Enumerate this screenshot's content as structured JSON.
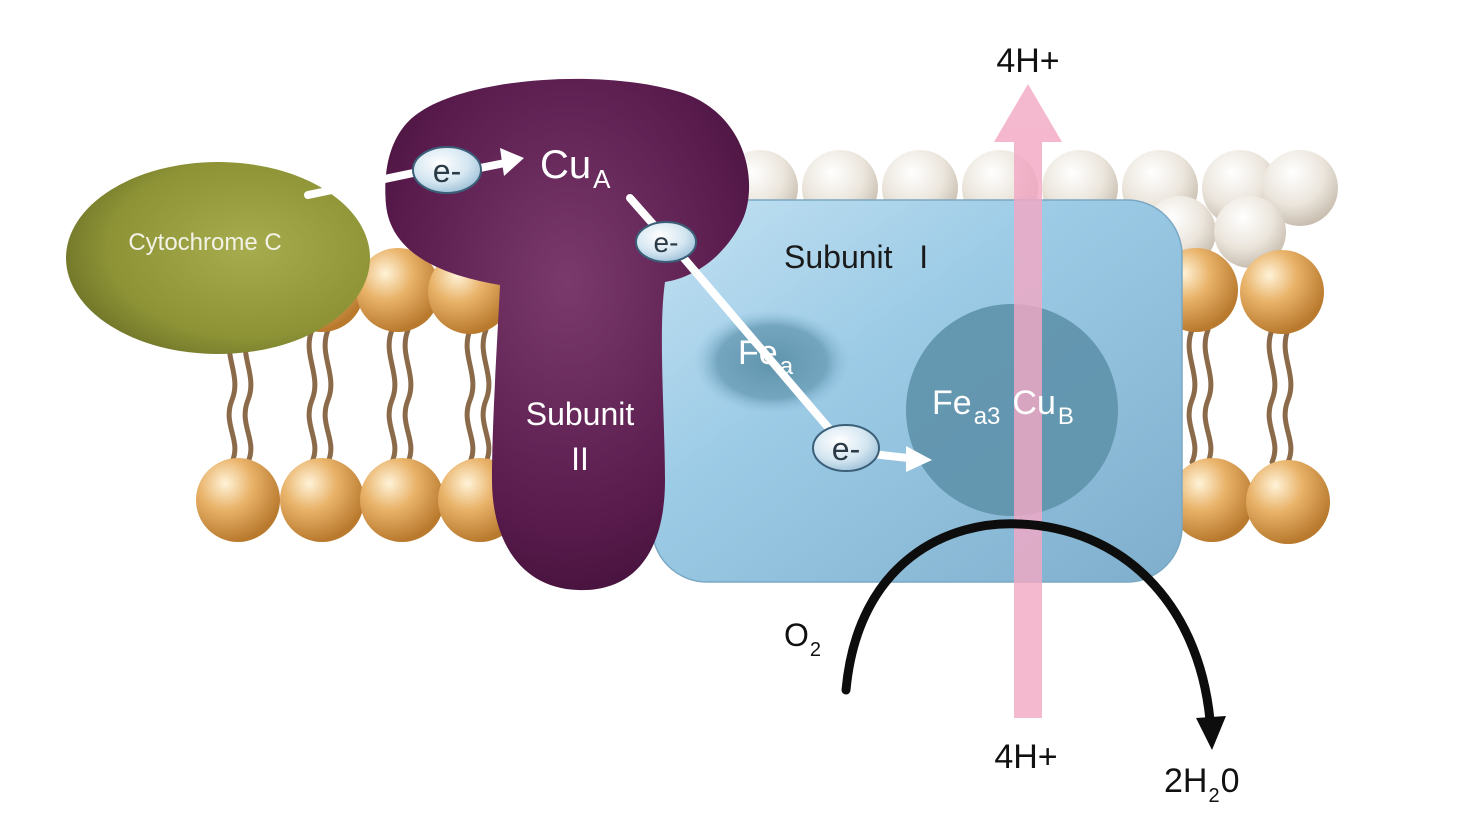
{
  "labels": {
    "cytochrome": "Cytochrome C",
    "cu_a": {
      "base": "Cu",
      "sub": "A"
    },
    "fe_a": {
      "base": "Fe",
      "sub": "a"
    },
    "fe_a3": {
      "base": "Fe",
      "sub": "a3"
    },
    "cu_b": {
      "base": "Cu",
      "sub": "B"
    },
    "subunit_i": "Subunit   I",
    "subunit_ii_line1": "Subunit",
    "subunit_ii_line2": "II",
    "proton_top": "4H+",
    "proton_bottom": "4H+",
    "oxygen": {
      "base": "O",
      "sub": "2"
    },
    "water": {
      "pre": "2H",
      "sub": "2",
      "post": "0"
    },
    "electron": "e-"
  },
  "colors": {
    "cytochrome": "#8f9a33",
    "subunit_ii": "#5a1e4e",
    "subunit_i": "#9fcbe3",
    "fe_core": "#5f93ab",
    "lipid_head": "#e4a85a",
    "lipid_tail": "#8b6a4a",
    "proton_arrow": "#f2a8c4",
    "electron_bubble": "#cfe2ee"
  }
}
